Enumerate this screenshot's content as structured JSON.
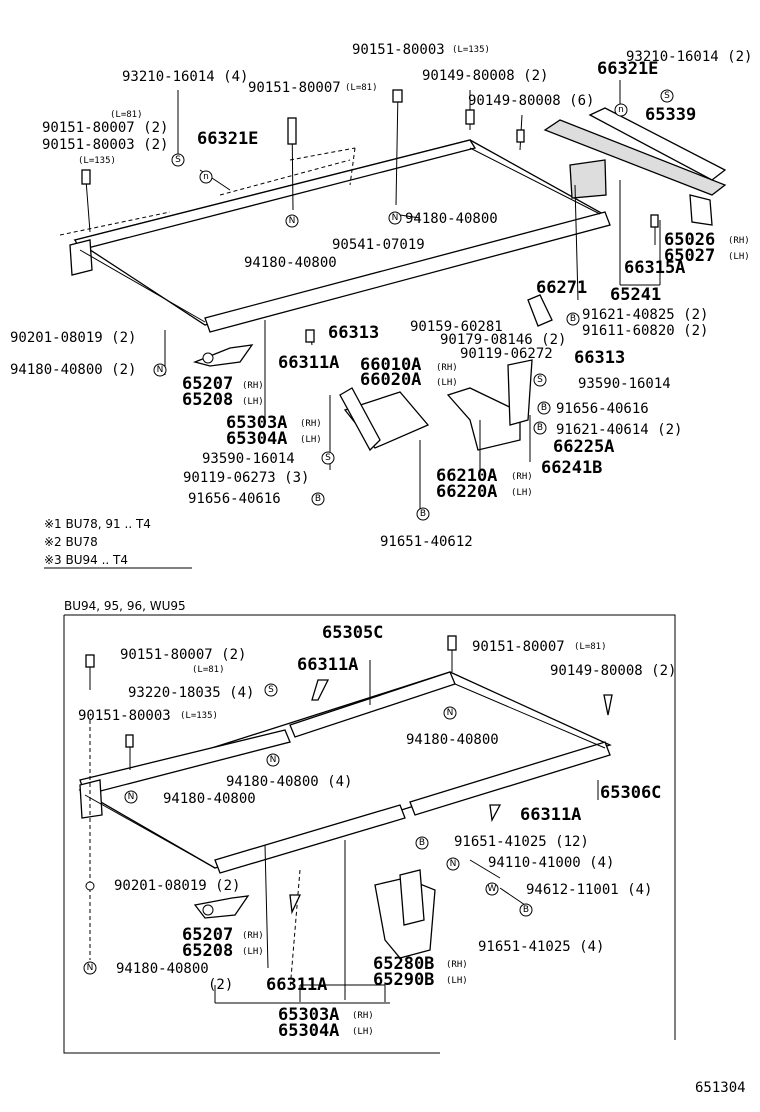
{
  "top": {
    "p93210_16014_4": "93210-16014 (4)",
    "p90151_80007_l81": "90151-80007",
    "note_l81_a": "(L=81)",
    "p90151_80003_top": "90151-80003",
    "note_l135_top": "(L=135)",
    "p93210_16014_r": "93210-16014 (2)",
    "p66321E_r": "66321E",
    "p90149_80008_2": "90149-80008 (2)",
    "p90149_80008_6": "90149-80008 (6)",
    "p65339": "65339",
    "note_l81_b": "(L=81)",
    "p90151_80007_2": "90151-80007 (2)",
    "p90151_80003_2": "90151-80003 (2)",
    "note_l135_b": "(L=135)",
    "p66321E_l": "66321E",
    "p94180_40800_a": "94180-40800",
    "p90541_07019": "90541-07019",
    "p94180_40800_b": "94180-40800",
    "p65026": "65026",
    "p65027": "65027",
    "p66315A": "66315A",
    "p66271": "66271",
    "p65241": "65241",
    "p91621_40825": "91621-40825 (2)",
    "p91611_60820": "91611-60820 (2)",
    "p90201_08019_2": "90201-08019 (2)",
    "p66313_a": "66313",
    "p90159_60281": "90159-60281",
    "p90179_08146": "90179-08146 (2)",
    "p94180_40800_2": "94180-40800 (2)",
    "p66311A": "66311A",
    "p66010A": "66010A",
    "p66020A": "66020A",
    "p90119_06272": "90119-06272",
    "p66313_b": "66313",
    "p65207": "65207",
    "p65208": "65208",
    "p93590_16014_r": "93590-16014",
    "p65303A": "65303A",
    "p65304A": "65304A",
    "p91656_40616_r": "91656-40616",
    "p91621_40614": "91621-40614 (2)",
    "p66225A": "66225A",
    "p93590_16014_l": "93590-16014",
    "p66241B": "66241B",
    "p90119_06273": "90119-06273 (3)",
    "p66210A": "66210A",
    "p66220A": "66220A",
    "p91656_40616_l": "91656-40616",
    "p91651_40612": "91651-40612",
    "rh": "(RH)",
    "lh": "(LH)"
  },
  "notes": {
    "n1": "※1 BU78, 91 .. T4",
    "n2": "※2 BU78",
    "n3": "※3 BU94 .. T4"
  },
  "bottom": {
    "section_title": "BU94, 95, 96, WU95",
    "p90151_80007_2": "90151-80007 (2)",
    "note_l81": "(L=81)",
    "p65305C": "65305C",
    "p90151_80007_r": "90151-80007",
    "note_l81_r": "(L=81)",
    "p66311A_a": "66311A",
    "p90149_80008_2": "90149-80008 (2)",
    "p93220_18035": "93220-18035 (4)",
    "p90151_80003": "90151-80003",
    "note_l135": "(L=135)",
    "p94180_40800_a": "94180-40800",
    "p94180_40800_4": "94180-40800 (4)",
    "p94180_40800_b": "94180-40800",
    "p65306C": "65306C",
    "p66311A_b": "66311A",
    "p91651_41025_12": "91651-41025 (12)",
    "p94110_41000": "94110-41000 (4)",
    "p90201_08019": "90201-08019 (2)",
    "p94612_11001": "94612-11001 (4)",
    "p65207": "65207",
    "p65208": "65208",
    "p91651_41025_4": "91651-41025 (4)",
    "p94180_40800_c": "94180-40800",
    "paren2": "(2)",
    "p66311A_c": "66311A",
    "p65280B": "65280B",
    "p65290B": "65290B",
    "p65303A": "65303A",
    "p65304A": "65304A",
    "rh": "(RH)",
    "lh": "(LH)"
  },
  "figure_id": "651304",
  "symbols": {
    "S": "S",
    "N": "N",
    "B": "B",
    "W": "W",
    "n": "n"
  }
}
